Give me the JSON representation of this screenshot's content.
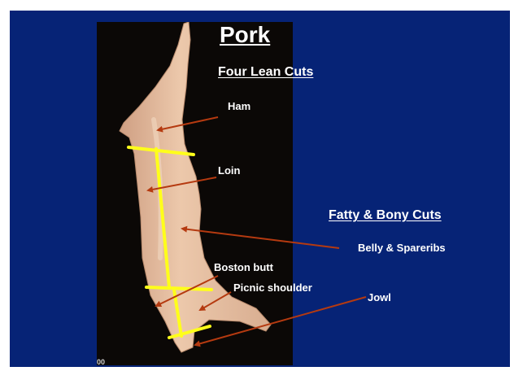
{
  "slide": {
    "title": "Pork",
    "lean_heading": "Four Lean Cuts",
    "fatty_heading": "Fatty & Bony Cuts",
    "photo_corner_text": "00",
    "colors": {
      "background": "#062376",
      "text": "#ffffff",
      "arrow": "#b53a10",
      "cut_line": "#ffff1a",
      "carcass": "#e8c3a3"
    }
  },
  "labels": {
    "ham": "Ham",
    "loin": "Loin",
    "belly": "Belly & Spareribs",
    "boston": "Boston butt",
    "picnic": "Picnic shoulder",
    "jowl": "Jowl"
  }
}
